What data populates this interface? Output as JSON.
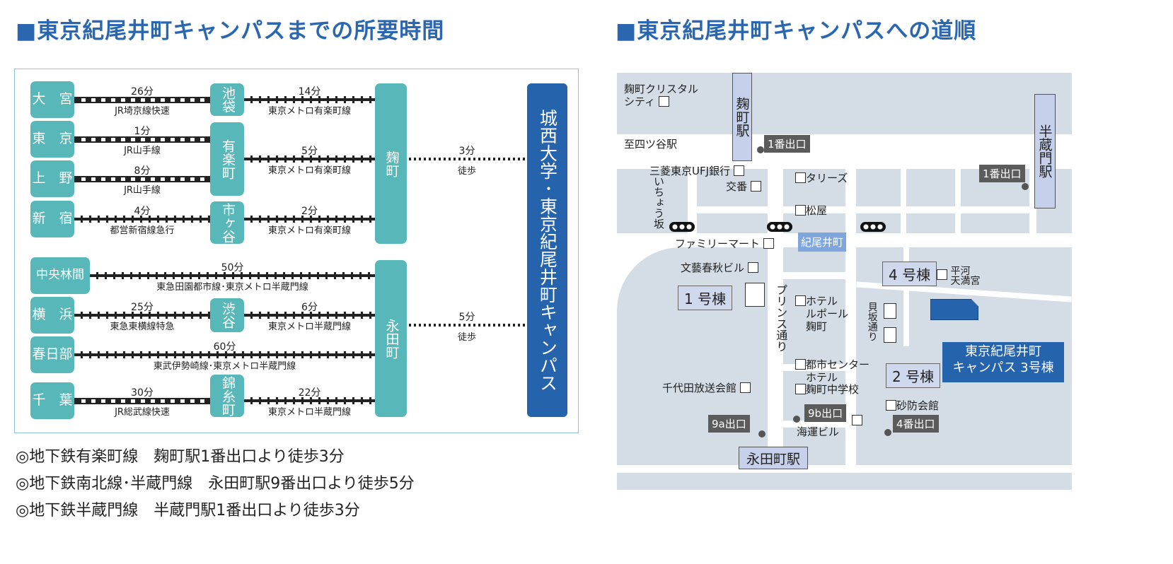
{
  "titles": {
    "left": "■東京紀尾井町キャンパスまでの所要時間",
    "right": "■東京紀尾井町キャンパスへの道順"
  },
  "route": {
    "campus": "城西大学･東京紀尾井町キャンパス",
    "hubs": [
      {
        "name": "麹町",
        "walk_time": "3分",
        "walk_label": "徒歩"
      },
      {
        "name": "永田町",
        "walk_time": "5分",
        "walk_label": "徒歩"
      }
    ],
    "rows": [
      {
        "origin": "大　宮",
        "seg1": {
          "time": "26分",
          "line": "JR埼京線快速",
          "type": "jr"
        },
        "via": "池袋",
        "seg2": {
          "time": "14分",
          "line": "東京メトロ有楽町線",
          "type": "metro"
        }
      },
      {
        "origin": "東　京",
        "seg1": {
          "time": "1分",
          "line": "JR山手線",
          "type": "jr"
        },
        "via": "有楽町",
        "seg2": {
          "time": "5分",
          "line": "東京メトロ有楽町線",
          "type": "metro"
        }
      },
      {
        "origin": "上　野",
        "seg1": {
          "time": "8分",
          "line": "JR山手線",
          "type": "jr"
        }
      },
      {
        "origin": "新　宿",
        "seg1": {
          "time": "4分",
          "line": "都営新宿線急行",
          "type": "metro"
        },
        "via": "市ヶ谷",
        "seg2": {
          "time": "2分",
          "line": "東京メトロ有楽町線",
          "type": "metro"
        }
      },
      {
        "origin": "中央林間",
        "seg1": {
          "time": "50分",
          "line": "東急田園都市線･東京メトロ半蔵門線",
          "type": "metro"
        }
      },
      {
        "origin": "横　浜",
        "seg1": {
          "time": "25分",
          "line": "東急東横線特急",
          "type": "metro"
        },
        "via": "渋谷",
        "seg2": {
          "time": "6分",
          "line": "東京メトロ半蔵門線",
          "type": "metro"
        }
      },
      {
        "origin": "春日部",
        "seg1": {
          "time": "60分",
          "line": "東武伊勢崎線･東京メトロ半蔵門線",
          "type": "metro"
        }
      },
      {
        "origin": "千　葉",
        "seg1": {
          "time": "30分",
          "line": "JR総武線快速",
          "type": "jr"
        },
        "via": "錦糸町",
        "seg2": {
          "time": "22分",
          "line": "東京メトロ半蔵門線",
          "type": "metro"
        }
      }
    ]
  },
  "notes": [
    "◎地下鉄有楽町線　麹町駅1番出口より徒歩3分",
    "◎地下鉄南北線･半蔵門線　永田町駅9番出口より徒歩5分",
    "◎地下鉄半蔵門線　半蔵門駅1番出口より徒歩3分"
  ],
  "map": {
    "stations": {
      "kojimachi": "麹町駅",
      "hanzomon": "半蔵門駅",
      "nagatacho": "永田町駅"
    },
    "exits": {
      "k1": "1番出口",
      "h1": "1番出口",
      "e9a": "9a出口",
      "e9b": "9b出口",
      "e4": "4番出口"
    },
    "places": {
      "crystal1": "麹町クリスタル",
      "crystal2": "シティ",
      "yotsuya": "至四ツ谷駅",
      "ufj": "三菱東京UFJ銀行",
      "koban": "交番",
      "tullys": "タリーズ",
      "matsuya": "松屋",
      "famima": "ファミリーマート",
      "bunshun": "文藝春秋ビル",
      "hotel1": "ホテル",
      "hotel2": "ルポール",
      "hotel3": "麹町",
      "toshi1": "都市センター",
      "toshi2": "ホテル",
      "school": "麹町中学校",
      "chiyoda": "千代田放送会館",
      "kaiun": "海運ビル",
      "sabo": "砂防会館",
      "hirakawa1": "平河",
      "hirakawa2": "天満宮",
      "kioicho": "紀尾井町"
    },
    "streets": {
      "icho": "いちょう坂",
      "prince": "プリンス通り",
      "kaisaka": "貝坂通り"
    },
    "buildings": {
      "b1": "1 号棟",
      "b2": "2 号棟",
      "b4": "4 号棟",
      "campus1": "東京紀尾井町",
      "campus2": "キャンパス 3号棟"
    }
  },
  "colors": {
    "title": "#2b67b1",
    "station": "#58b8b9",
    "campus": "#2563ad",
    "map_block": "#d4dde6"
  }
}
